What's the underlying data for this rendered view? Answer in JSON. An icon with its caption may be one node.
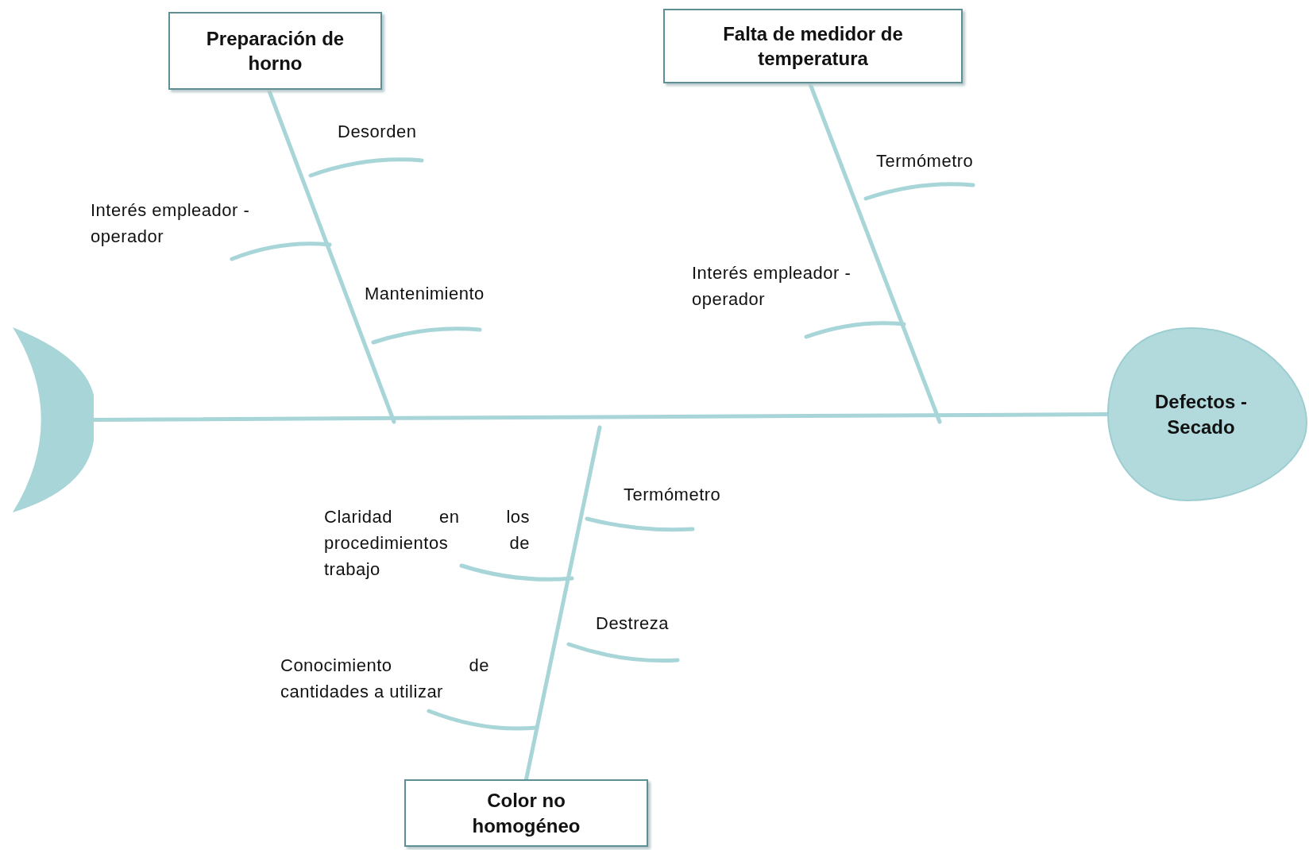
{
  "diagram": {
    "nodes": [
      {
        "text": [
          "Preparación de horno"
        ]
      },
      {
        "text": [
          "Falta de medidor de temperatura"
        ]
      },
      {
        "text": [
          "Color no homogéneo"
        ]
      },
      {
        "text": [
          "Defectos - Secado"
        ]
      },
      {
        "text": [],
        "shape": "crescent"
      }
    ],
    "edges": [
      {
        "from": 4,
        "to": 3,
        "arrow": "none"
      },
      {
        "from": 0,
        "to": null,
        "arrow": "none"
      },
      {
        "from": 1,
        "to": null,
        "arrow": "none"
      },
      {
        "from": 2,
        "to": null,
        "arrow": "none"
      }
    ],
    "labels": [
      "Desorden",
      "Interés empleador - operador",
      "Mantenimiento",
      "Termómetro",
      "Interés empleador - operador",
      "Termómetro",
      "Claridad en los procedimientos de trabajo",
      "Destreza",
      "Conocimiento de cantidades a utilizar"
    ]
  }
}
